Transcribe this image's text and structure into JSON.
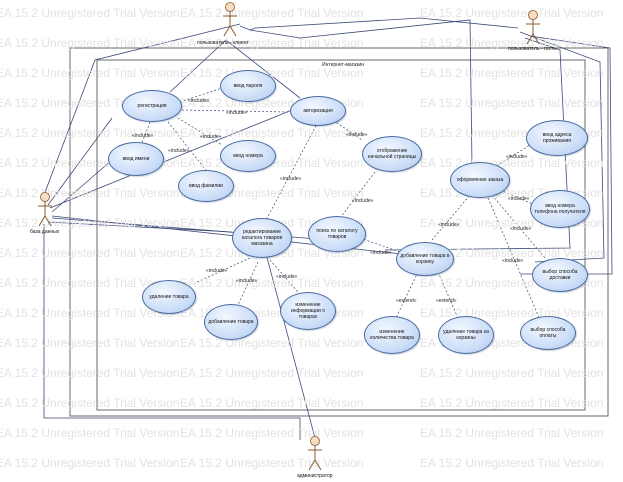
{
  "watermark": "EA 15.2 Unregistered Trial Version",
  "system_name": "Интернет-магазин",
  "actors": {
    "client": "пользователь - клиент",
    "guest": "пользователь - гость",
    "database": "база данных",
    "admin": "администратор"
  },
  "use_cases": {
    "registration": "регистрация",
    "password": "ввод пароля",
    "auth": "авторизация",
    "name": "ввод имени",
    "phone": "ввод номера",
    "surname": "ввод фамилии",
    "start_page": "отображение начальной страницы",
    "catalog_edit": "редактирование каталога товаров магазина",
    "search": "поиск по каталогу товаров",
    "checkout": "оформление заказа",
    "address": "ввод адреса проживания",
    "pay_phone": "ввод номера телефона получателя",
    "delete_item": "удаление товара",
    "add_item": "добавление товара",
    "edit_item": "изменение информации о товарах",
    "add_cart": "добавление товара в корзину",
    "quantity": "изменение количества товара",
    "remove_cart": "удаление товара из корзины",
    "delivery": "выбор способа доставки",
    "payment": "выбор способа оплаты"
  },
  "stereotypes": {
    "include": "«include»",
    "extend": "«extend»"
  }
}
